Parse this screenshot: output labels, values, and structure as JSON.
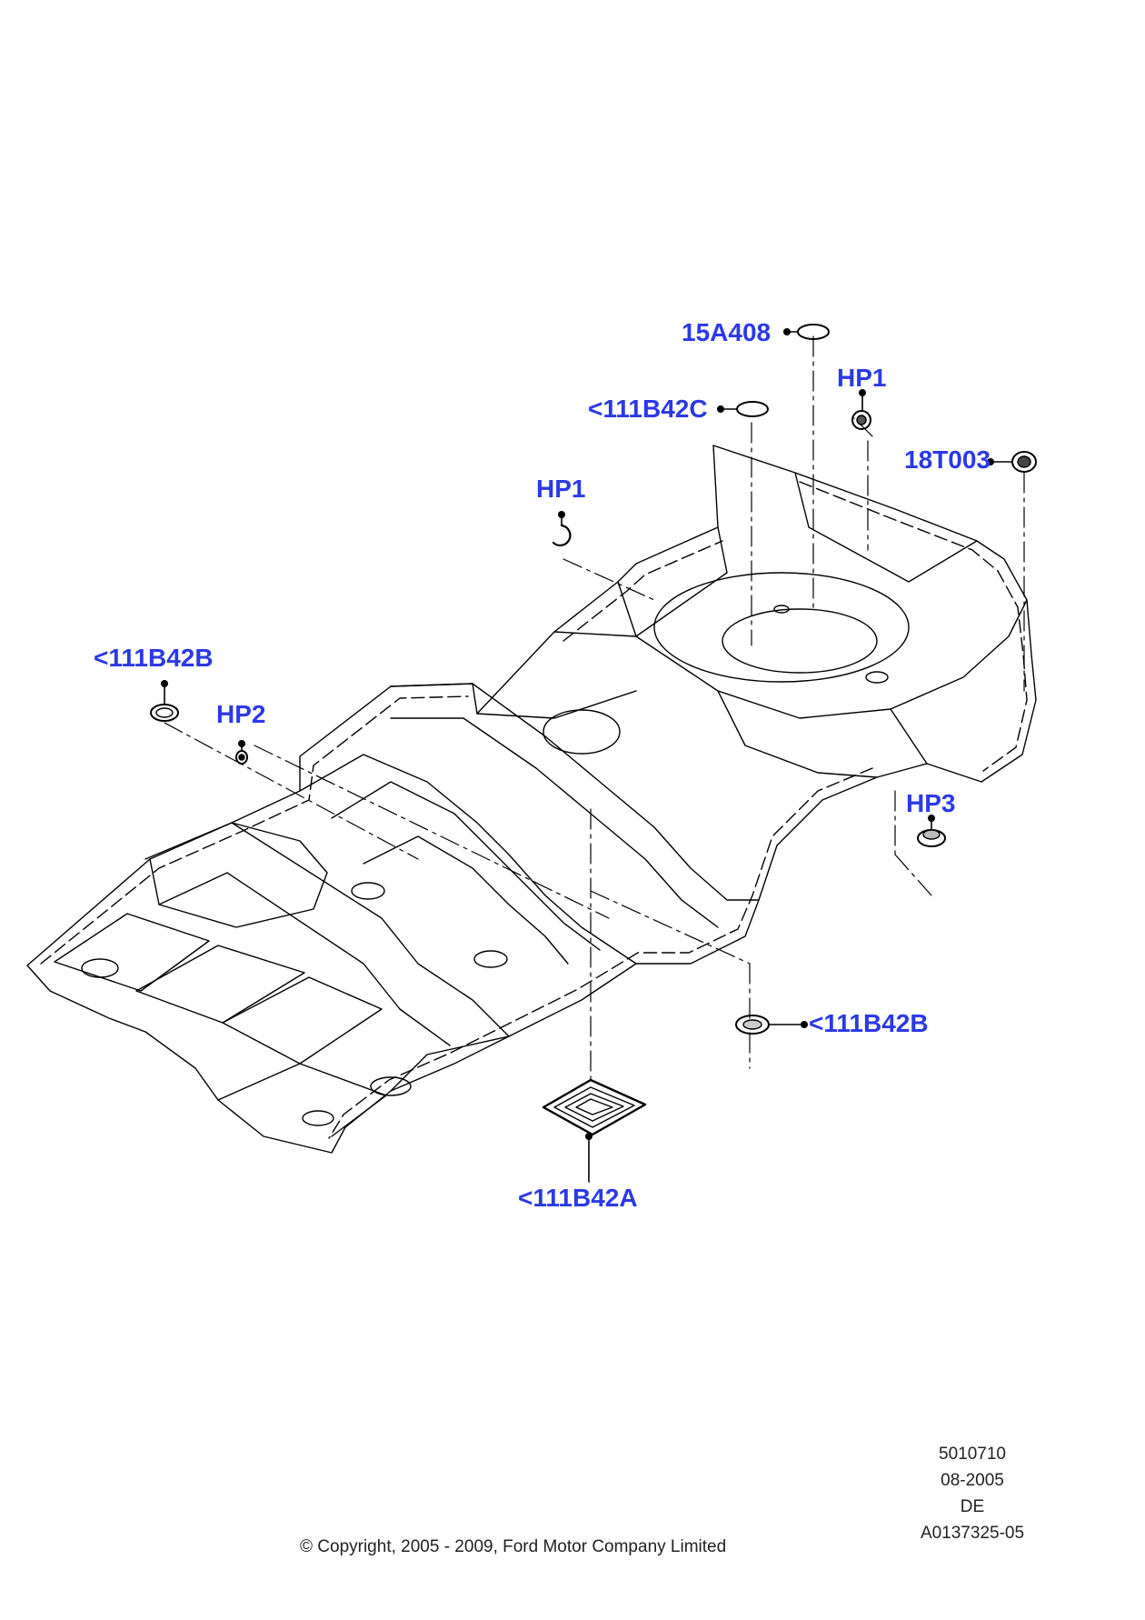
{
  "callouts": {
    "c15A408": "15A408",
    "hp1_top": "HP1",
    "c111B42C": "<111B42C",
    "c18T003": "18T003",
    "hp1_mid": "HP1",
    "c111B42B_left": "<111B42B",
    "hp2": "HP2",
    "hp3": "HP3",
    "c111B42B_right": "<111B42B",
    "c111B42A": "<111B42A"
  },
  "footer": {
    "ref_number": "5010710",
    "date": "08-2005",
    "region": "DE",
    "drawing_id": "A0137325-05",
    "copyright": "© Copyright, 2005 - 2009, Ford Motor Company Limited"
  },
  "colors": {
    "callout": "#2b39e6",
    "line": "#000000",
    "background": "#ffffff"
  }
}
